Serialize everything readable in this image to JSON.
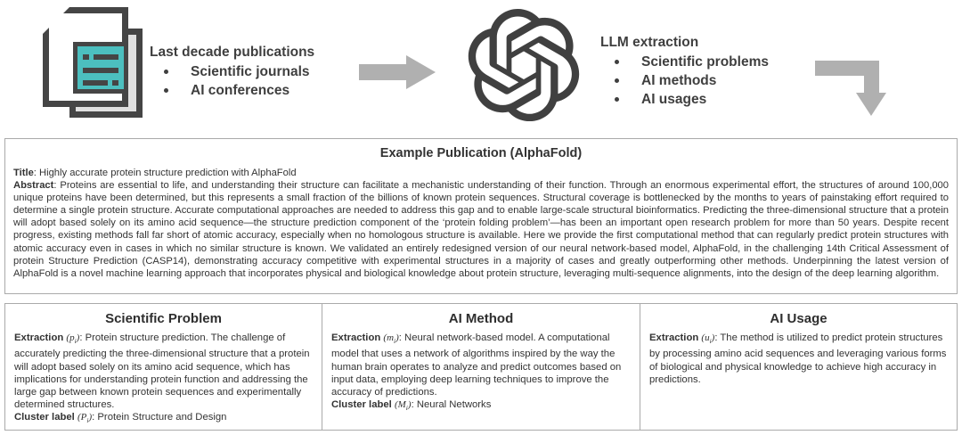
{
  "pipeline": {
    "source": {
      "icon": "documents-icon",
      "heading": "Last decade publications",
      "bullets": [
        "Scientific journals",
        "AI conferences"
      ]
    },
    "arrow_right": "arrow-right-icon",
    "model": {
      "icon": "openai-logo-icon",
      "heading": "LLM extraction",
      "bullets": [
        "Scientific problems",
        "AI methods",
        "AI usages"
      ]
    },
    "arrow_elbow": "arrow-elbow-down-icon",
    "colors": {
      "arrow": "#b0b0b0",
      "icon_dark": "#454545",
      "icon_teal": "#4cbfbf",
      "text": "#3f3f3f",
      "border": "#aaaaaa"
    }
  },
  "publication": {
    "title": "Example Publication (AlphaFold)",
    "title_label": "Title",
    "title_value": ": Highly accurate protein structure prediction with AlphaFold",
    "abstract_label": "Abstract",
    "abstract_value": ": Proteins are essential to life, and understanding their structure can facilitate a mechanistic understanding of their function. Through an enormous experimental effort, the structures of around 100,000 unique proteins have been determined, but this represents a small fraction of the billions of known protein sequences. Structural coverage is bottlenecked by the months to years of painstaking effort required to determine a single protein structure. Accurate computational approaches are needed to address this gap and to enable large-scale structural bioinformatics. Predicting the three-dimensional structure that a protein will adopt based solely on its amino acid sequence—the structure prediction component of the ‘protein folding problem’—has been an important open research problem for more than 50 years. Despite recent progress, existing methods fall far short of atomic accuracy, especially when no homologous structure is available. Here we provide the first computational method that can regularly predict protein structures with atomic accuracy even in cases in which no similar structure is known. We validated an entirely redesigned version of our neural network-based model, AlphaFold, in the challenging 14th Critical Assessment of protein Structure Prediction (CASP14), demonstrating accuracy competitive with experimental structures in a majority of cases and greatly outperforming other methods. Underpinning the latest version of AlphaFold is a novel machine learning approach that incorporates physical and biological knowledge about protein structure, leveraging multi-sequence alignments, into the design of the deep learning algorithm."
  },
  "columns": [
    {
      "heading": "Scientific Problem",
      "extraction_label": "Extraction",
      "extraction_symbol": "p",
      "extraction_symbol_sub": "i",
      "extraction_value": ": Protein structure prediction. The challenge of accurately predicting the three-dimensional structure that a protein will adopt based solely on its amino acid sequence, which has implications for understanding protein function and addressing the large gap between known protein sequences and experimentally determined structures.",
      "cluster_label": "Cluster label",
      "cluster_symbol": "P",
      "cluster_symbol_sub": "i",
      "cluster_value": ": Protein Structure and Design"
    },
    {
      "heading": "AI Method",
      "extraction_label": "Extraction",
      "extraction_symbol": "m",
      "extraction_symbol_sub": "i",
      "extraction_value": ": Neural network-based model. A computational model that uses a network of algorithms inspired by the way the human brain operates to analyze and predict outcomes based on input data, employing deep learning techniques to improve the accuracy of predictions.",
      "cluster_label": "Cluster label",
      "cluster_symbol": "M",
      "cluster_symbol_sub": "i",
      "cluster_value": ": Neural Networks"
    },
    {
      "heading": "AI Usage",
      "extraction_label": "Extraction",
      "extraction_symbol": "u",
      "extraction_symbol_sub": "i",
      "extraction_value": ": The method is utilized to predict protein structures by processing amino acid sequences and leveraging various forms of biological and physical knowledge to achieve high accuracy in predictions.",
      "cluster_label": "",
      "cluster_symbol": "",
      "cluster_symbol_sub": "",
      "cluster_value": ""
    }
  ]
}
